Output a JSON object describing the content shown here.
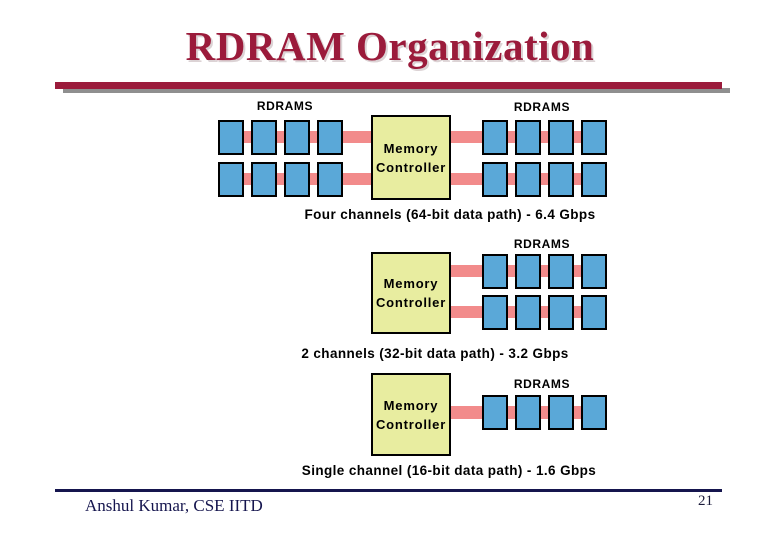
{
  "title": "RDRAM Organization",
  "labels": {
    "rdrams": "RDRAMS",
    "memory": "Memory",
    "controller": "Controller"
  },
  "configs": [
    {
      "caption": "Four channels (64-bit data path) - 6.4 Gbps",
      "channels": 4,
      "data_path_bits": 64,
      "bandwidth": "6.4 Gbps",
      "rdram_chips_shown": 16,
      "banks": [
        "left",
        "right"
      ]
    },
    {
      "caption": "2 channels (32-bit data path) - 3.2 Gbps",
      "channels": 2,
      "data_path_bits": 32,
      "bandwidth": "3.2 Gbps",
      "rdram_chips_shown": 8,
      "banks": [
        "right"
      ]
    },
    {
      "caption": "Single channel (16-bit data path) - 1.6 Gbps",
      "channels": 1,
      "data_path_bits": 16,
      "bandwidth": "1.6 Gbps",
      "rdram_chips_shown": 4,
      "banks": [
        "right"
      ]
    }
  ],
  "footer": {
    "author": "Anshul Kumar, CSE IITD",
    "page": "21"
  },
  "colors": {
    "title-maroon": "#9B1B3B",
    "title-shadow": "#DCD3D5",
    "rule-shadow": "#8F8F8F",
    "chip-blue": "#5AA8D8",
    "channel-pink": "#F28B8B",
    "controller-yellow": "#E8EDA0",
    "footer-navy": "#15154E"
  }
}
